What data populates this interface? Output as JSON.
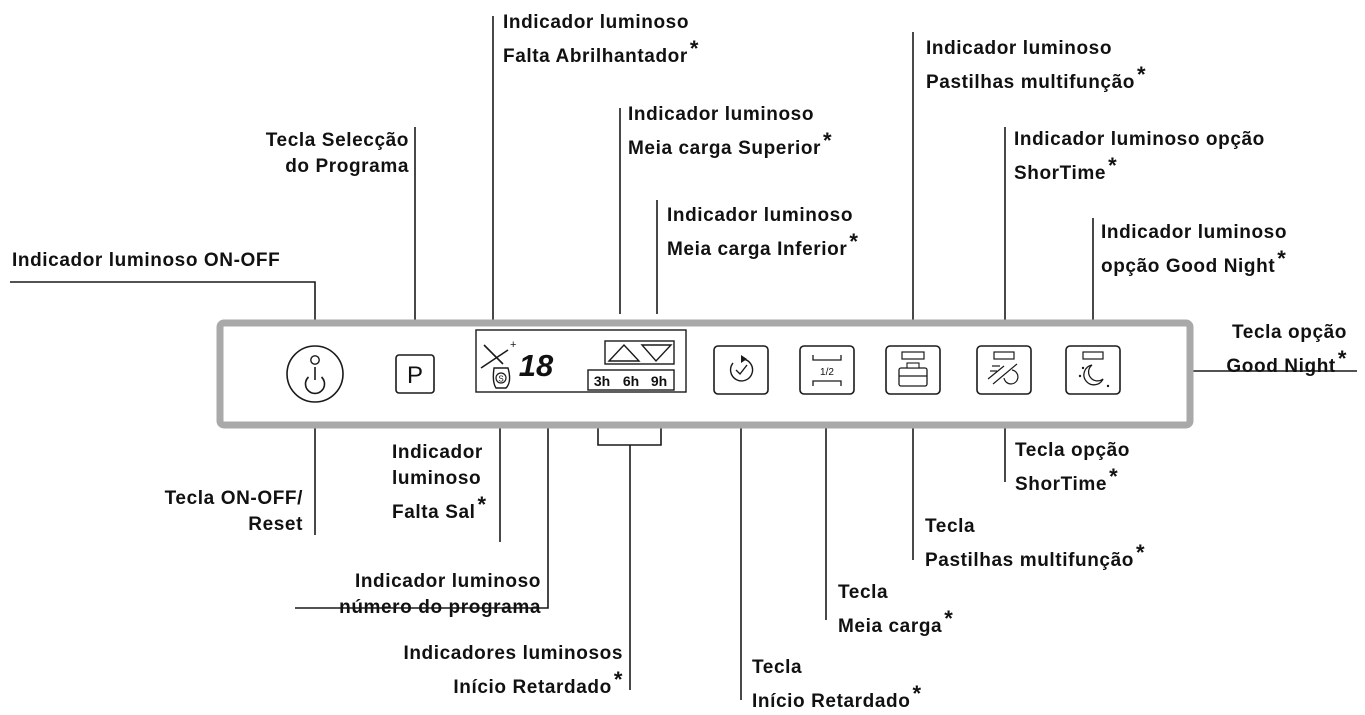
{
  "panel": {
    "program_key_letter": "P",
    "program_number_display": "18",
    "salt_symbol": "S",
    "delay_options": [
      "3h",
      "6h",
      "9h"
    ],
    "half_load_key_text": "1/2"
  },
  "callouts": {
    "on_off_indicator": {
      "lines": [
        "Indicador luminoso ON-OFF"
      ]
    },
    "program_selection_key": {
      "lines": [
        "Tecla Selecção",
        "do Programa"
      ]
    },
    "rinse_aid_indicator": {
      "lines": [
        "Indicador luminoso",
        "Falta Abrilhantador"
      ],
      "asterisk": "*"
    },
    "upper_half_load_indicator": {
      "lines": [
        "Indicador luminoso",
        "Meia carga Superior"
      ],
      "asterisk": "*"
    },
    "lower_half_load_indicator": {
      "lines": [
        "Indicador luminoso",
        "Meia carga Inferior"
      ],
      "asterisk": "*"
    },
    "multifunction_tablets_indicator": {
      "lines": [
        "Indicador luminoso",
        "Pastilhas multifunção"
      ],
      "asterisk": "*"
    },
    "shortime_indicator": {
      "lines": [
        "Indicador luminoso opção",
        "ShorTime"
      ],
      "asterisk": "*"
    },
    "good_night_indicator": {
      "lines": [
        "Indicador luminoso",
        "opção Good Night"
      ],
      "asterisk": "*"
    },
    "good_night_key": {
      "lines": [
        "Tecla opção",
        "Good Night"
      ],
      "asterisk": "*"
    },
    "on_off_reset_key": {
      "lines": [
        "Tecla ON-OFF/",
        "Reset"
      ]
    },
    "salt_indicator": {
      "lines": [
        "Indicador",
        "luminoso",
        "Falta Sal"
      ],
      "asterisk": "*"
    },
    "program_number_indicator": {
      "lines": [
        "Indicador luminoso",
        "número do programa"
      ]
    },
    "delayed_start_indicators": {
      "lines": [
        "Indicadores luminosos",
        "Início Retardado"
      ],
      "asterisk": "*"
    },
    "delayed_start_key": {
      "lines": [
        "Tecla",
        "Início Retardado"
      ],
      "asterisk": "*"
    },
    "half_load_key": {
      "lines": [
        "Tecla",
        "Meia carga"
      ],
      "asterisk": "*"
    },
    "multifunction_tablets_key": {
      "lines": [
        "Tecla",
        "Pastilhas multifunção"
      ],
      "asterisk": "*"
    },
    "shortime_key": {
      "lines": [
        "Tecla opção",
        "ShorTime"
      ],
      "asterisk": "*"
    }
  }
}
